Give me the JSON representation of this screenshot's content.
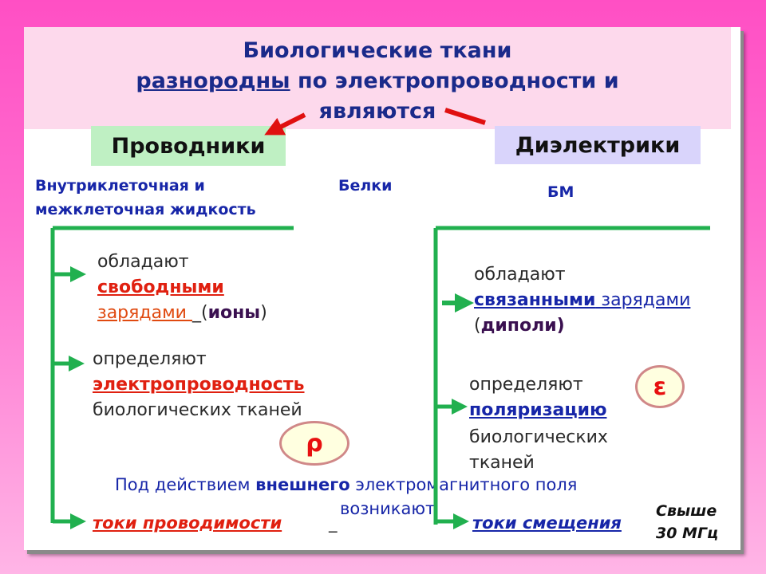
{
  "title": {
    "line1": "Биологические ткани",
    "line2_underlined": "разнородны",
    "line2_rest": " по электропроводности и",
    "line3": "являются"
  },
  "conductors": {
    "label": "Проводники",
    "subjects": "Внутриклеточная и",
    "subjects2": "межклеточная жидкость",
    "b1_l1": "обладают",
    "b1_l2": "свободными",
    "b1_l3a": "зарядами ",
    "b1_l3b": "_(",
    "b1_l3c": "ионы",
    "b1_l3d": ")",
    "b2_l1": "определяют",
    "b2_l2": "электропроводность",
    "b2_l3": "биологических тканей",
    "symbol": "ρ",
    "result": "токи проводимости",
    "result_tail": "_"
  },
  "middle": {
    "label": "Белки"
  },
  "dielectrics": {
    "label": "Диэлектрики",
    "subjects": "БМ",
    "b1_l1": "обладают",
    "b1_l2a": "связанными",
    "b1_l2b": " зарядами",
    "b1_l3a": "(",
    "b1_l3b": "диполи)",
    "b2_l1": "определяют",
    "b2_l2": "поляризацию",
    "b2_l3": "биологических",
    "b2_l4": "тканей",
    "symbol": "ε",
    "result": "токи смещения"
  },
  "field_note": {
    "part1": "Под действием ",
    "part2": "внешнего",
    "part3": " электромагнитного поля",
    "line2": "возникают"
  },
  "freq_note": {
    "line1": "Свыше",
    "line2": "30 МГц"
  },
  "colors": {
    "green_line": "#21b04f",
    "red_arrow": "#e01010",
    "header_bg": "#fdd9ec"
  }
}
